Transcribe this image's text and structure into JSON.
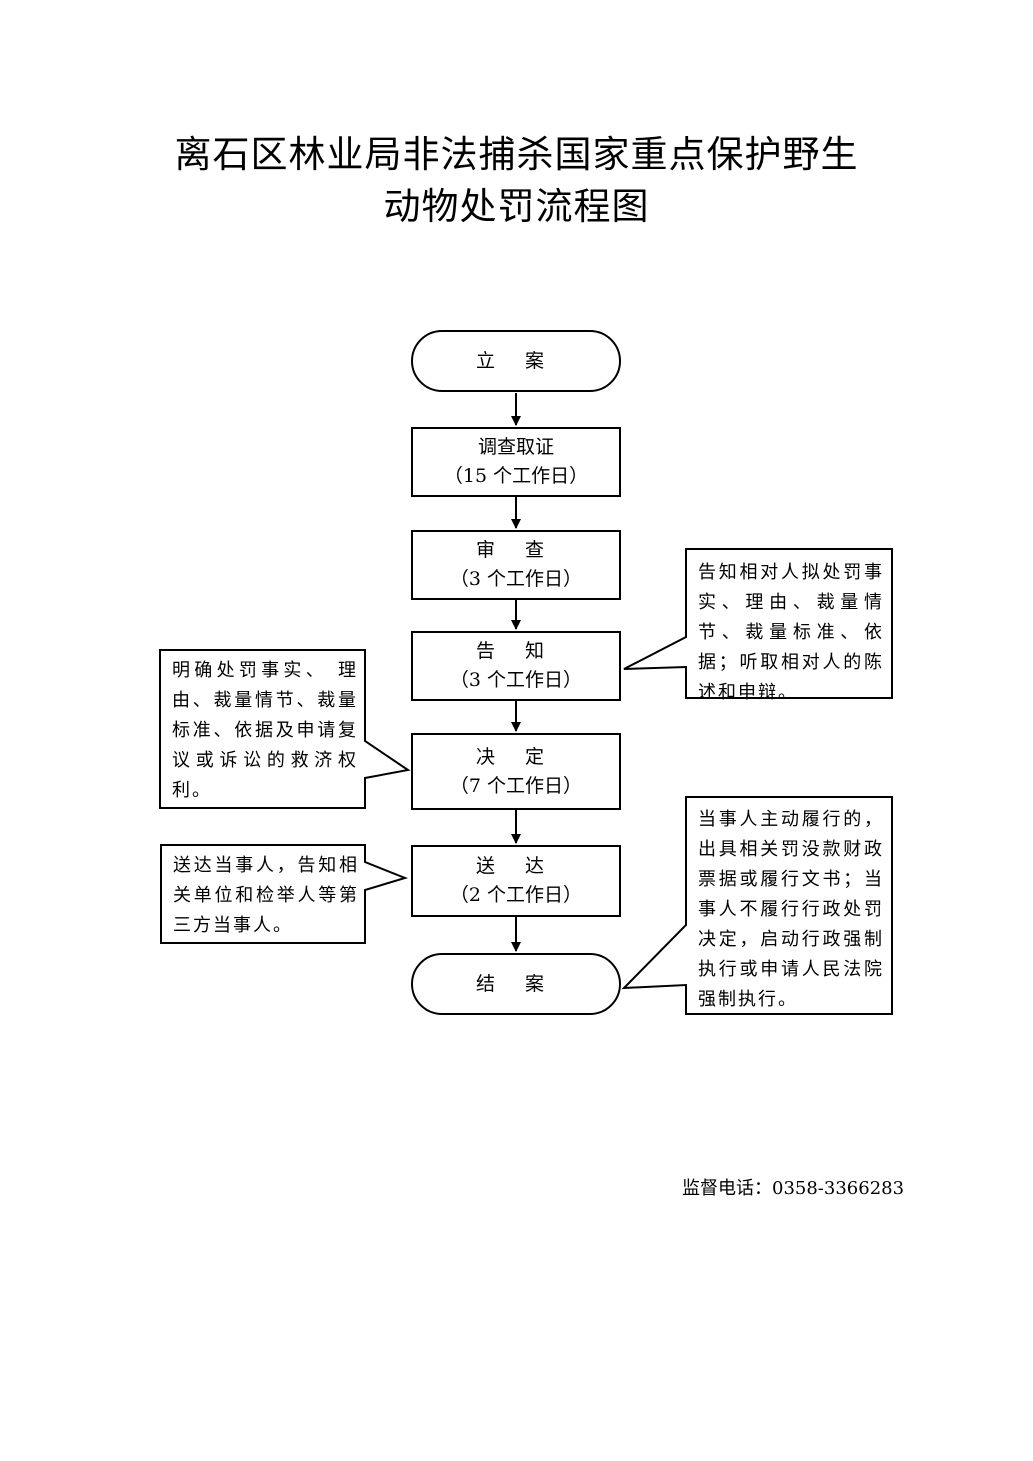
{
  "title": {
    "line1": "离石区林业局非法捕杀国家重点保护野生",
    "line2": "动物处罚流程图"
  },
  "steps": [
    {
      "label": "立 案",
      "duration": ""
    },
    {
      "label": "调查取证",
      "duration": "（15 个工作日）"
    },
    {
      "label": "审 查",
      "duration": "（3 个工作日）"
    },
    {
      "label": "告 知",
      "duration": "（3 个工作日）"
    },
    {
      "label": "决 定",
      "duration": "（7 个工作日）"
    },
    {
      "label": "送 达",
      "duration": "（2 个工作日）"
    },
    {
      "label": "结 案",
      "duration": ""
    }
  ],
  "notes": {
    "notify": "告知相对人拟处罚事实、理由、裁量情节、裁量标准、依据；听取相对人的陈述和申辩。",
    "decision": "明确处罚事实、 理由、裁量情节、裁量标准、依据及申请复议或诉讼的救济权利。",
    "delivery": "送达当事人，告知相关单位和检举人等第三方当事人。",
    "closing": "当事人主动履行的，出具相关罚没款财政票据或履行文书；当事人不履行行政处罚决定，启动行政强制执行或申请人民法院强制执行。"
  },
  "footer": {
    "supervision_phone": "监督电话：0358-3366283"
  }
}
